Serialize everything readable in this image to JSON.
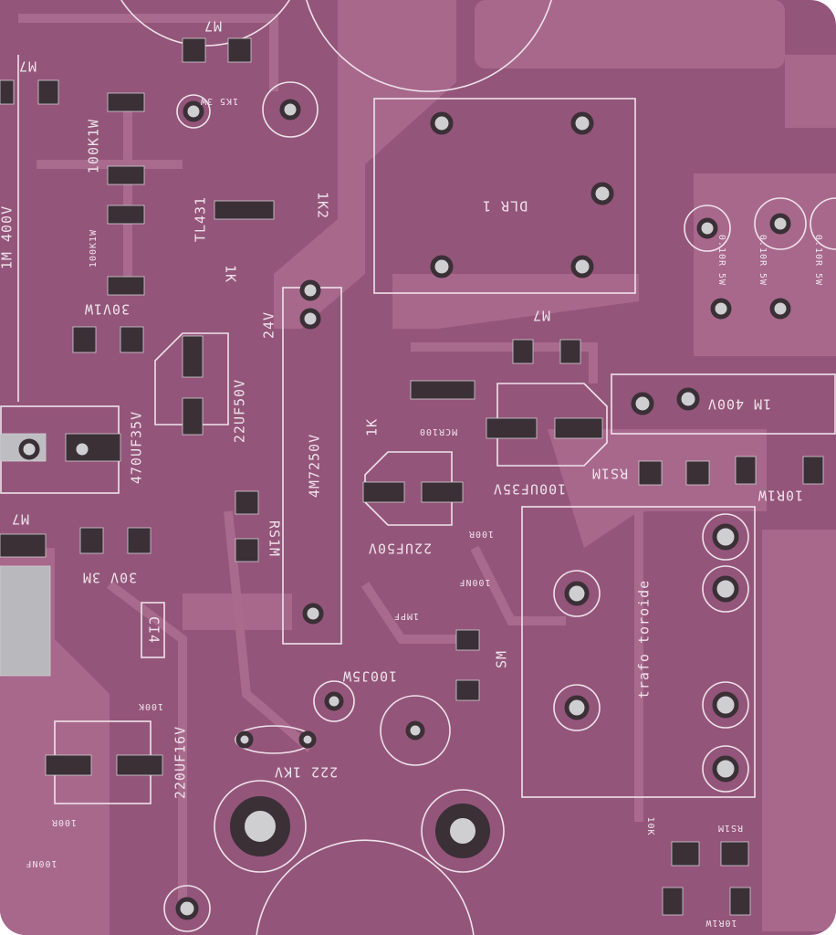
{
  "board": {
    "colors": {
      "substrate": "#94557a",
      "copper": "#a8688c",
      "silkscreen": "#eee3ea",
      "pad": "#3a3036",
      "solder": "#cfcfd2"
    },
    "labels": [
      "M7",
      "M7",
      "1K5 3W",
      "100K1W",
      "100K1W",
      "TL431",
      "1K2",
      "1K",
      "30V1W",
      "24V",
      "22UF50V",
      "470UF35V",
      "4M7250V",
      "1K",
      "MCR100",
      "100UF35V",
      "22UF50V",
      "1M 400V",
      "RS1M",
      "10R1W",
      "DLR 1",
      "M7",
      "100R",
      "100NF",
      "1MPF",
      "SM",
      "trafo toroide",
      "RS1M",
      "M7",
      "30V 3M",
      "CI4",
      "100K",
      "220UF16V",
      "100J5W",
      "222 1KV",
      "100R",
      "100NF",
      "10K",
      "RS1M",
      "10R1W",
      "0.10R 5W",
      "0.10R 5W",
      "0.10R 5W",
      "1M 400V"
    ]
  }
}
